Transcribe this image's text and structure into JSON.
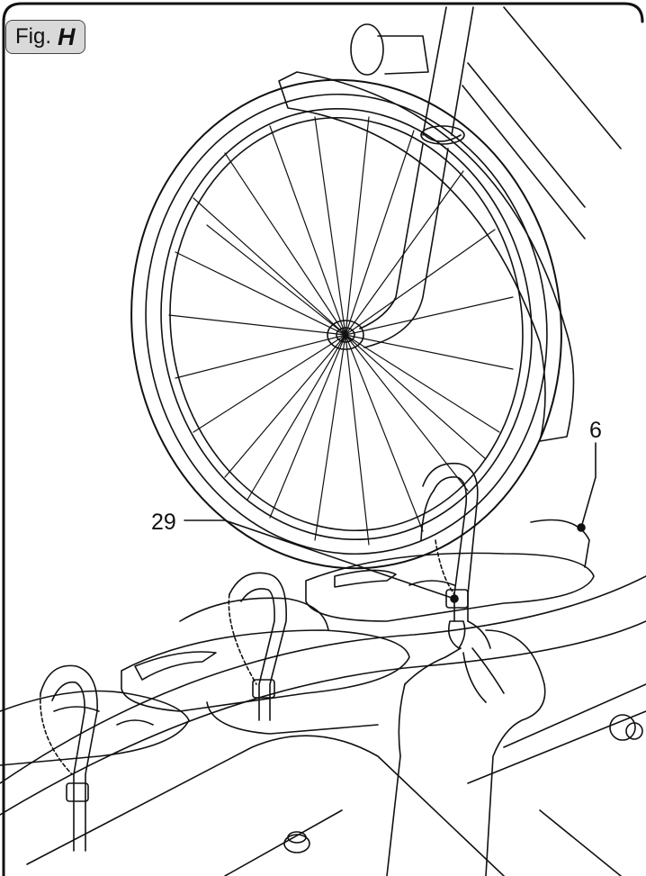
{
  "figure": {
    "prefix": "Fig.",
    "letter": "H"
  },
  "callouts": [
    {
      "id": "6",
      "label": "6"
    },
    {
      "id": "29",
      "label": "29"
    }
  ],
  "colors": {
    "line": "#111111",
    "tag_fill": "#d9d9d9",
    "background": "#ffffff"
  }
}
